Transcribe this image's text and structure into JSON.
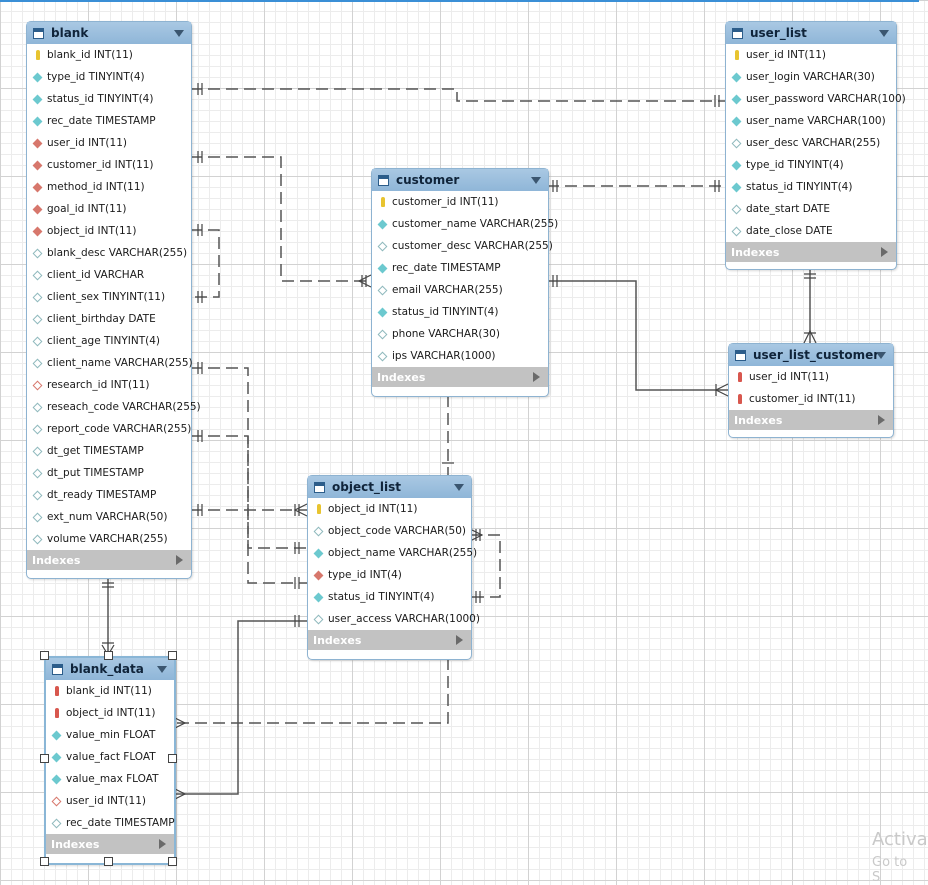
{
  "tables": {
    "blank": {
      "name": "blank",
      "columns": [
        {
          "text": "blank_id INT(11)",
          "icon": "primary-key-icon"
        },
        {
          "text": "type_id TINYINT(4)",
          "icon": "column-icon"
        },
        {
          "text": "status_id TINYINT(4)",
          "icon": "column-icon"
        },
        {
          "text": "rec_date TIMESTAMP",
          "icon": "column-icon"
        },
        {
          "text": "user_id INT(11)",
          "icon": "foreign-key-icon"
        },
        {
          "text": "customer_id INT(11)",
          "icon": "foreign-key-icon"
        },
        {
          "text": "method_id INT(11)",
          "icon": "foreign-key-icon"
        },
        {
          "text": "goal_id INT(11)",
          "icon": "foreign-key-icon"
        },
        {
          "text": "object_id INT(11)",
          "icon": "foreign-key-icon"
        },
        {
          "text": "blank_desc VARCHAR(255)",
          "icon": "nullable-column-icon"
        },
        {
          "text": "client_id VARCHAR",
          "icon": "nullable-column-icon"
        },
        {
          "text": "client_sex TINYINT(11)",
          "icon": "nullable-column-icon"
        },
        {
          "text": "client_birthday DATE",
          "icon": "nullable-column-icon"
        },
        {
          "text": "client_age TINYINT(4)",
          "icon": "nullable-column-icon"
        },
        {
          "text": "client_name VARCHAR(255)",
          "icon": "nullable-column-icon"
        },
        {
          "text": "research_id INT(11)",
          "icon": "nullable-foreign-key-icon"
        },
        {
          "text": "reseach_code VARCHAR(255)",
          "icon": "nullable-column-icon"
        },
        {
          "text": "report_code VARCHAR(255)",
          "icon": "nullable-column-icon"
        },
        {
          "text": "dt_get TIMESTAMP",
          "icon": "nullable-column-icon"
        },
        {
          "text": "dt_put TIMESTAMP",
          "icon": "nullable-column-icon"
        },
        {
          "text": "dt_ready TIMESTAMP",
          "icon": "nullable-column-icon"
        },
        {
          "text": "ext_num VARCHAR(50)",
          "icon": "nullable-column-icon"
        },
        {
          "text": "volume VARCHAR(255)",
          "icon": "nullable-column-icon"
        }
      ],
      "indexes_label": "Indexes"
    },
    "user_list": {
      "name": "user_list",
      "columns": [
        {
          "text": "user_id INT(11)",
          "icon": "primary-key-icon"
        },
        {
          "text": "user_login VARCHAR(30)",
          "icon": "column-icon"
        },
        {
          "text": "user_password VARCHAR(100)",
          "icon": "column-icon"
        },
        {
          "text": "user_name VARCHAR(100)",
          "icon": "column-icon"
        },
        {
          "text": "user_desc VARCHAR(255)",
          "icon": "nullable-column-icon"
        },
        {
          "text": "type_id TINYINT(4)",
          "icon": "column-icon"
        },
        {
          "text": "status_id TINYINT(4)",
          "icon": "column-icon"
        },
        {
          "text": "date_start DATE",
          "icon": "nullable-column-icon"
        },
        {
          "text": "date_close DATE",
          "icon": "nullable-column-icon"
        }
      ],
      "indexes_label": "Indexes"
    },
    "customer": {
      "name": "customer",
      "columns": [
        {
          "text": "customer_id INT(11)",
          "icon": "primary-key-icon"
        },
        {
          "text": "customer_name VARCHAR(255)",
          "icon": "column-icon"
        },
        {
          "text": "customer_desc VARCHAR(255)",
          "icon": "nullable-column-icon"
        },
        {
          "text": "rec_date TIMESTAMP",
          "icon": "column-icon"
        },
        {
          "text": "email VARCHAR(255)",
          "icon": "nullable-column-icon"
        },
        {
          "text": "status_id TINYINT(4)",
          "icon": "column-icon"
        },
        {
          "text": "phone VARCHAR(30)",
          "icon": "nullable-column-icon"
        },
        {
          "text": "ips VARCHAR(1000)",
          "icon": "nullable-column-icon"
        }
      ],
      "indexes_label": "Indexes"
    },
    "user_list_customer": {
      "name": "user_list_customer",
      "columns": [
        {
          "text": "user_id INT(11)",
          "icon": "foreign-primary-key-icon"
        },
        {
          "text": "customer_id INT(11)",
          "icon": "foreign-primary-key-icon"
        }
      ],
      "indexes_label": "Indexes"
    },
    "object_list": {
      "name": "object_list",
      "columns": [
        {
          "text": "object_id INT(11)",
          "icon": "primary-key-icon"
        },
        {
          "text": "object_code VARCHAR(50)",
          "icon": "nullable-column-icon"
        },
        {
          "text": "object_name VARCHAR(255)",
          "icon": "column-icon"
        },
        {
          "text": "type_id INT(4)",
          "icon": "foreign-key-icon"
        },
        {
          "text": "status_id TINYINT(4)",
          "icon": "column-icon"
        },
        {
          "text": "user_access VARCHAR(1000)",
          "icon": "nullable-column-icon"
        }
      ],
      "indexes_label": "Indexes"
    },
    "blank_data": {
      "name": "blank_data",
      "columns": [
        {
          "text": "blank_id INT(11)",
          "icon": "foreign-primary-key-icon"
        },
        {
          "text": "object_id INT(11)",
          "icon": "foreign-primary-key-icon"
        },
        {
          "text": "value_min FLOAT",
          "icon": "column-icon"
        },
        {
          "text": "value_fact FLOAT",
          "icon": "column-icon"
        },
        {
          "text": "value_max FLOAT",
          "icon": "column-icon"
        },
        {
          "text": "user_id INT(11)",
          "icon": "nullable-foreign-key-icon"
        },
        {
          "text": "rec_date TIMESTAMP",
          "icon": "nullable-column-icon"
        }
      ],
      "indexes_label": "Indexes"
    }
  },
  "watermark": {
    "line1": "Activa",
    "line2": "Go to S"
  },
  "colors": {
    "header": "#9ec0de",
    "indexes_bar": "#c2c2c2",
    "relationship_line": "#555555"
  }
}
